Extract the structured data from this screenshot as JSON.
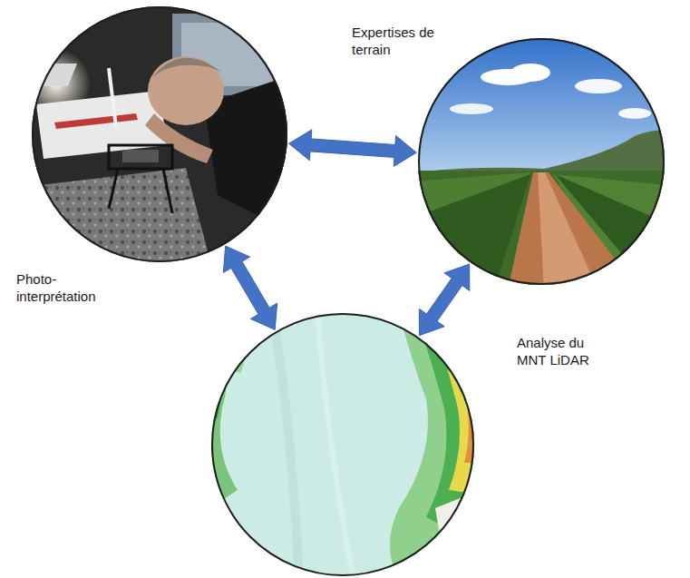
{
  "diagram": {
    "nodes": [
      {
        "text": [
          "Photo- interprétation"
        ]
      },
      {
        "text": [
          "Expertises de terrain"
        ]
      },
      {
        "text": [
          "Analyse du MNT LiDAR"
        ]
      }
    ],
    "edges": [
      {
        "from": 0,
        "to": 1,
        "arrow": "both"
      },
      {
        "from": 0,
        "to": 2,
        "arrow": "both"
      },
      {
        "from": 1,
        "to": 2,
        "arrow": "both"
      }
    ]
  }
}
